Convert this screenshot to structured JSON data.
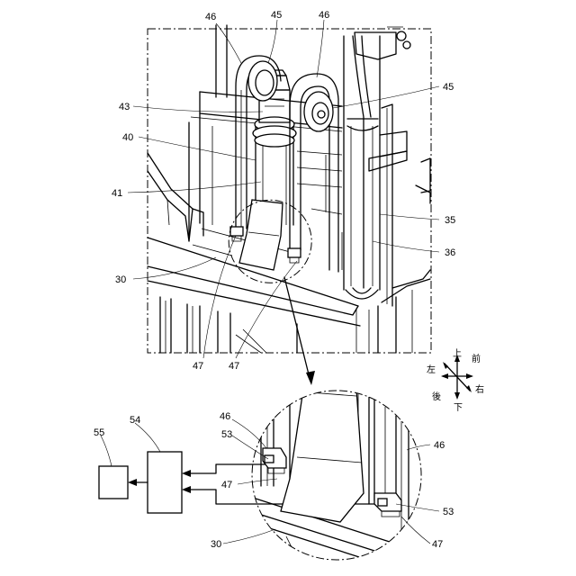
{
  "labels": {
    "l46_top_left": "46",
    "l45_top": "45",
    "l46_top_right": "46",
    "l45_right": "45",
    "l43": "43",
    "l40": "40",
    "l41": "41",
    "l35": "35",
    "l36": "36",
    "l30_top": "30",
    "l47_a": "47",
    "l47_b": "47",
    "l55": "55",
    "l54": "54",
    "l46_detail_left": "46",
    "l53_left": "53",
    "l47_detail_left": "47",
    "l46_detail_right": "46",
    "l53_right": "53",
    "l47_detail_right": "47",
    "l30_bottom": "30"
  },
  "directions": {
    "up": "上",
    "front": "前",
    "left": "左",
    "right": "右",
    "back": "後",
    "down": "下"
  }
}
